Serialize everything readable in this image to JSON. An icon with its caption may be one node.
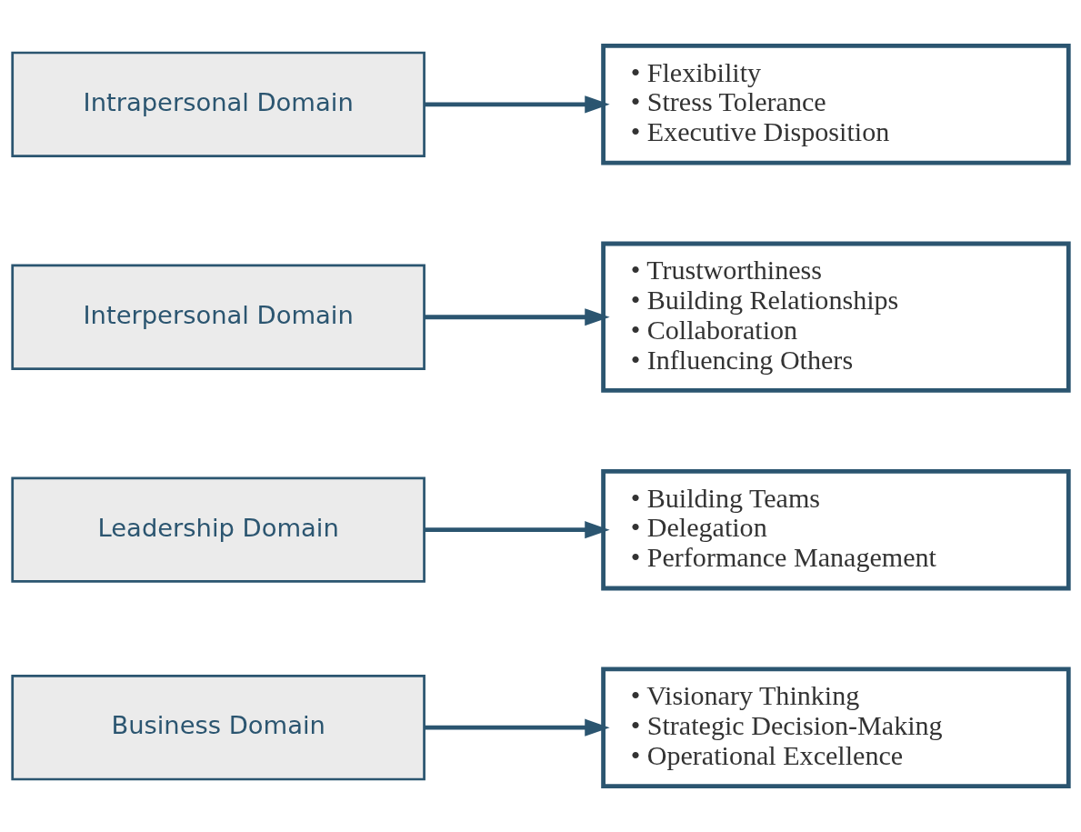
{
  "diagram": {
    "nodes": [
      {
        "text": [
          "Business Domain"
        ]
      },
      {
        "text": [
          "• Visionary Thinking",
          "• Strategic Decision-Making",
          "• Operational Excellence"
        ]
      },
      {
        "text": [
          "Leadership Domain"
        ]
      },
      {
        "text": [
          "• Building Teams",
          "• Delegation",
          "• Performance Management"
        ]
      },
      {
        "text": [
          "Interpersonal Domain"
        ]
      },
      {
        "text": [
          "• Trustworthiness",
          "• Building Relationships",
          "• Collaboration",
          "• Influencing Others"
        ]
      },
      {
        "text": [
          "Intrapersonal Domain"
        ]
      },
      {
        "text": [
          "• Flexibility",
          "• Stress Tolerance",
          "• Executive Disposition"
        ]
      }
    ],
    "edges": [
      {
        "from": 0,
        "to": 1,
        "arrow": "to"
      },
      {
        "from": 2,
        "to": 3,
        "arrow": "to"
      },
      {
        "from": 4,
        "to": 5,
        "arrow": "to"
      },
      {
        "from": 6,
        "to": 7,
        "arrow": "to"
      }
    ]
  }
}
